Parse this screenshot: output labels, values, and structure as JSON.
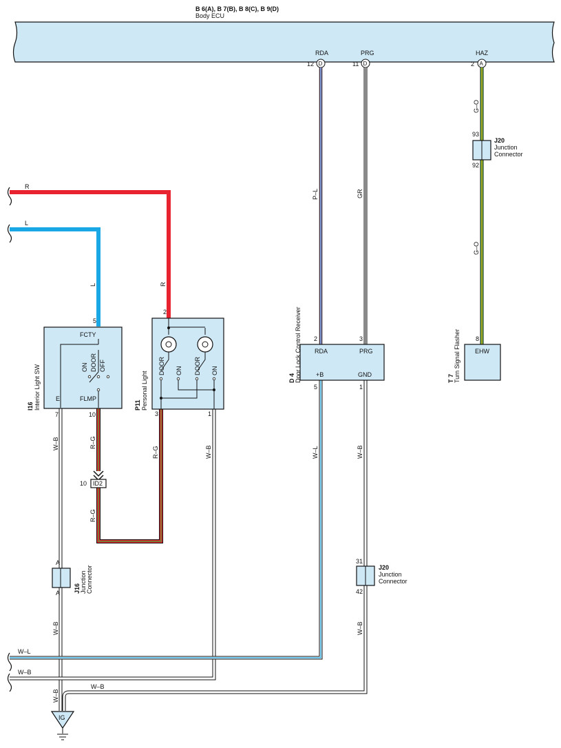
{
  "ecu": {
    "connectors": "B 6(A), B 7(B), B 8(C), B 9(D)",
    "name": "Body ECU",
    "pins": [
      {
        "label": "RDA",
        "num": "12",
        "conn": "D"
      },
      {
        "label": "PRG",
        "num": "11",
        "conn": "D"
      },
      {
        "label": "HAZ",
        "num": "2",
        "conn": "A"
      }
    ]
  },
  "wires": {
    "r_in": "R",
    "l_in": "L",
    "l_vert": "L",
    "r_vert": "R",
    "pl": "P–L",
    "gr": "GR",
    "go1": "G–O",
    "go2": "G–O",
    "wb_i16": "W–B",
    "rg_i16": "R–G",
    "rg_id2": "R–G",
    "rg_p11": "R–G",
    "wb_p11": "W–B",
    "wl_d4": "W–L",
    "wb_d4": "W–B",
    "wb_j16": "W–B",
    "wb_j20": "W–B",
    "wl_bot": "W–L",
    "wb_bot1": "W–B",
    "wb_bot2": "W–B",
    "wb_bot3": "W–B"
  },
  "i16": {
    "code": "I16",
    "name": "Interior Light SW",
    "fcty": "FCTY",
    "flmp": "FLMP",
    "e": "E",
    "on": "ON",
    "door": "DOOR",
    "off": "OFF",
    "pin_top": "5",
    "pin_e": "7",
    "pin_flmp": "10"
  },
  "p11": {
    "code": "P11",
    "name": "Personal Light",
    "door1": "DOOR",
    "on1": "ON",
    "door2": "DOOR",
    "on2": "ON",
    "pin_top": "2",
    "pin_3": "3",
    "pin_1": "1"
  },
  "d4": {
    "code": "D 4",
    "name": "Door Lock Control Receiver",
    "rda": "RDA",
    "prg": "PRG",
    "b": "+B",
    "gnd": "GND",
    "pin_rda": "2",
    "pin_prg": "3",
    "pin_b": "5",
    "pin_gnd": "1"
  },
  "t7": {
    "code": "T 7",
    "name": "Turn Signal Flasher",
    "ehw": "EHW",
    "pin": "8"
  },
  "id2": {
    "label": "ID2",
    "pin": "10"
  },
  "j20a": {
    "code": "J20",
    "name1": "Junction",
    "name2": "Connector",
    "pin_top": "93",
    "pin_bot": "92"
  },
  "j20b": {
    "code": "J20",
    "name1": "Junction",
    "name2": "Connector",
    "pin_top": "31",
    "pin_bot": "42"
  },
  "j16": {
    "code": "J16",
    "name1": "Junction",
    "name2": "Connector",
    "pin_top": "A",
    "pin_bot": "A"
  },
  "ground": {
    "label": "IG"
  },
  "colors": {
    "red": "#e8222e",
    "blue": "#1aa7e6",
    "gray": "#8a8a8a",
    "green": "#3aaa3a",
    "orange": "#f5a21b",
    "pink": "#e98fc8",
    "component": "#cfe8f5"
  }
}
